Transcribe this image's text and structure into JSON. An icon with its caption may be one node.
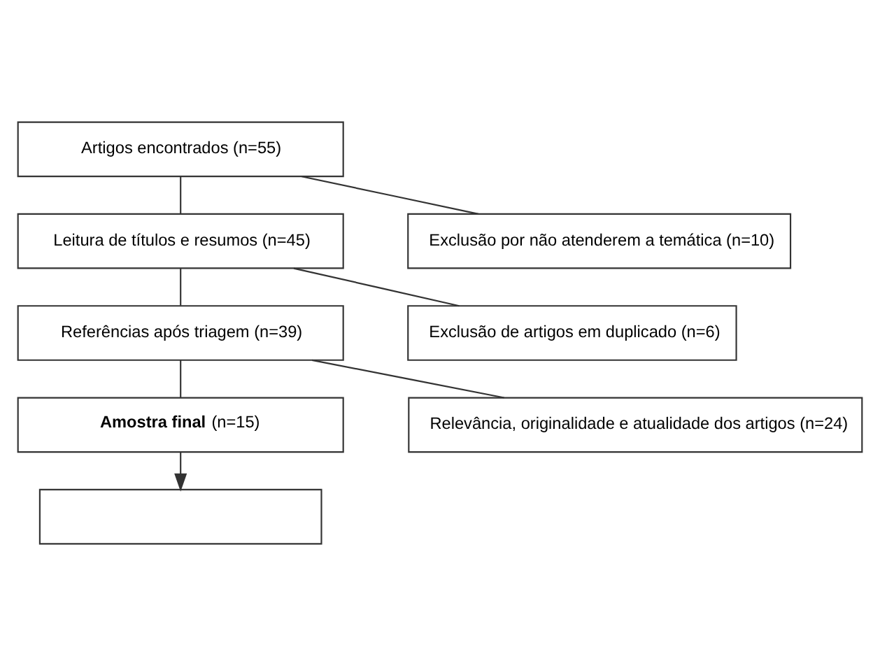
{
  "diagram": {
    "nodes": [
      {
        "text": [
          "Artigos encontrados (n=55)"
        ]
      },
      {
        "text": [
          "Exclusão por não atenderem a temática (n=10)"
        ]
      },
      {
        "text": [
          "Leitura de títulos e resumos (n=45)"
        ]
      },
      {
        "text": [
          "Exclusão de artigos em duplicado (n=6)"
        ]
      },
      {
        "text": [
          "Referências após triagem (n=39)"
        ]
      },
      {
        "text": [
          "Relevância, originalidade e atualidade dos artigos (n=24)"
        ]
      },
      {
        "text": [
          "**Amostra final** (n=15)"
        ]
      },
      {
        "text": [],
        "shape": "box"
      }
    ],
    "edges": [
      {
        "from": 0,
        "to": 2,
        "arrow": "none"
      },
      {
        "from": 0,
        "to": 1,
        "arrow": "none"
      },
      {
        "from": 2,
        "to": 4,
        "arrow": "none"
      },
      {
        "from": 2,
        "to": 3,
        "arrow": "none"
      },
      {
        "from": 4,
        "to": 6,
        "arrow": "none"
      },
      {
        "from": 4,
        "to": 5,
        "arrow": "none"
      },
      {
        "from": 6,
        "to": 7,
        "arrow": "to"
      }
    ]
  }
}
